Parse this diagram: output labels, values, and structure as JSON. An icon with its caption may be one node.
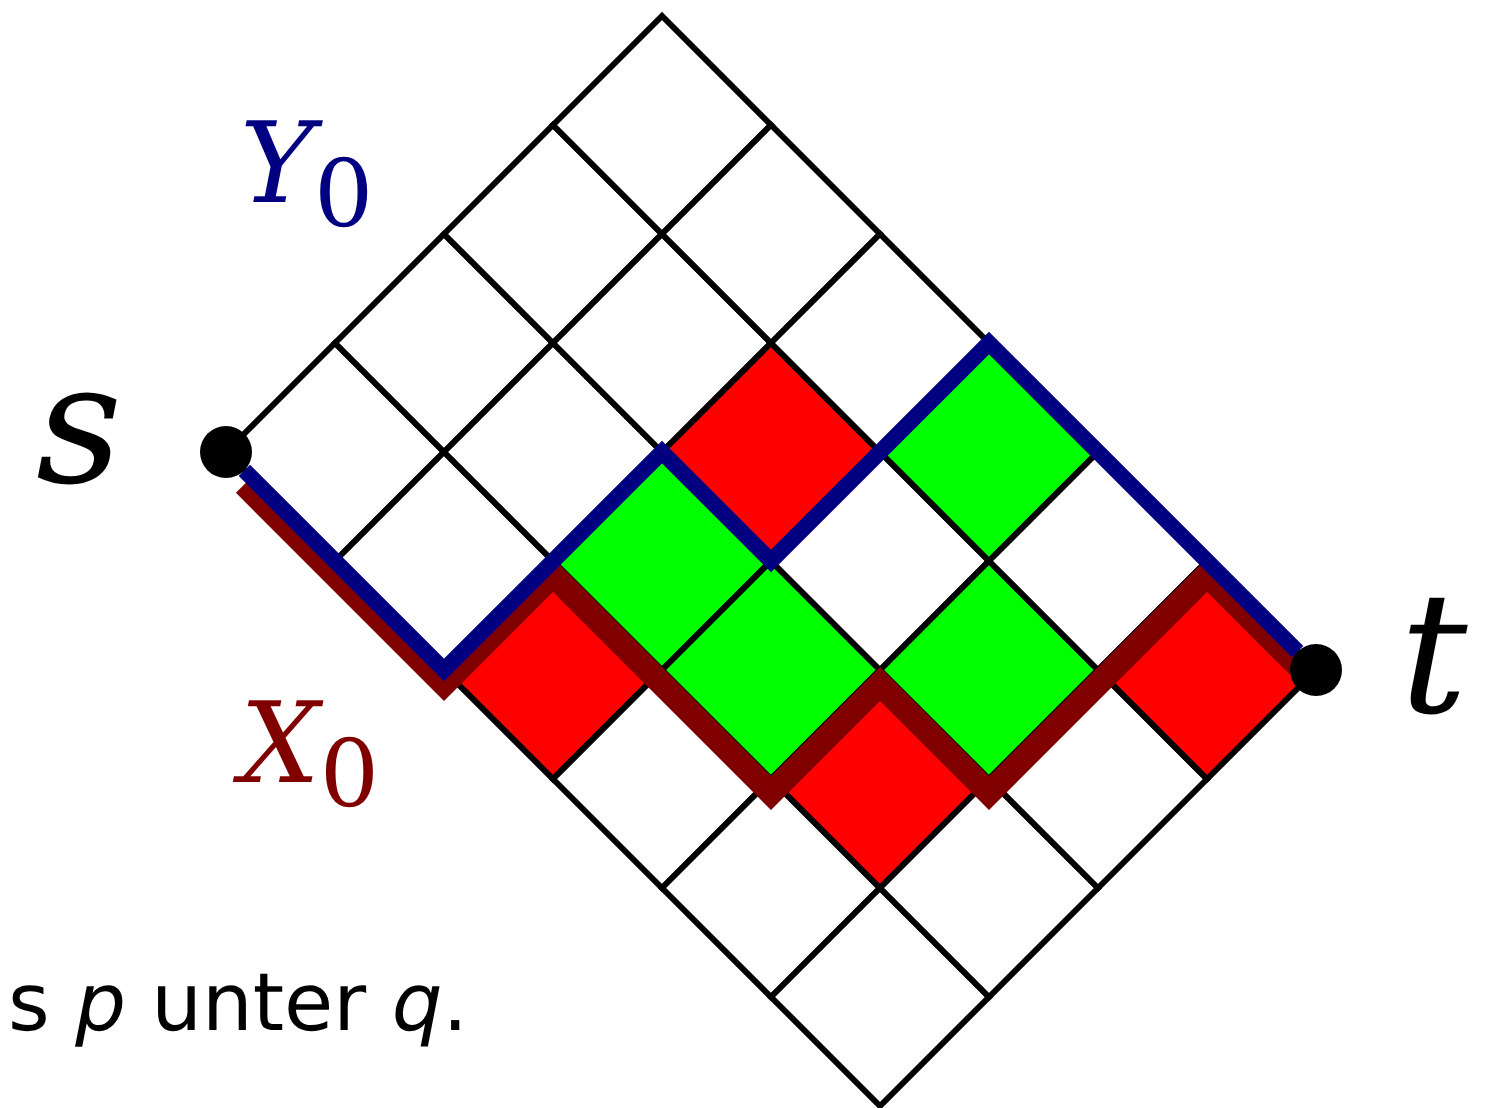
{
  "diagram": {
    "nodes": [
      {
        "text": [],
        "shape": "circle",
        "beside": [
          "*s*"
        ]
      },
      {
        "text": [],
        "shape": "circle",
        "beside": [
          "*t*"
        ]
      }
    ],
    "edges": [
      {
        "from": 0,
        "to": 1,
        "arrow": "none",
        "label": "*Y*$_{0}$",
        "color": "#000080"
      },
      {
        "from": 0,
        "to": 1,
        "arrow": "none",
        "label": "*X*$_{0}$",
        "color": "#800000"
      }
    ],
    "labels": [
      "s *p* unter *q*."
    ]
  }
}
